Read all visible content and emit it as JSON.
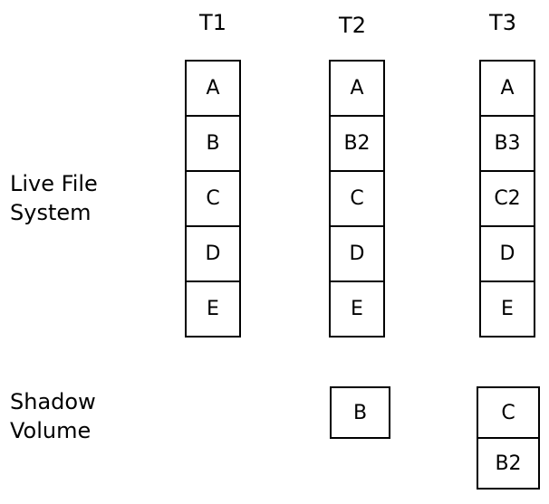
{
  "row_labels": {
    "live": "Live File\nSystem",
    "shadow": "Shadow\nVolume"
  },
  "columns": [
    {
      "title": "T1",
      "live": [
        "A",
        "B",
        "C",
        "D",
        "E"
      ],
      "shadow": []
    },
    {
      "title": "T2",
      "live": [
        "A",
        "B2",
        "C",
        "D",
        "E"
      ],
      "shadow": [
        "B"
      ]
    },
    {
      "title": "T3",
      "live": [
        "A",
        "B3",
        "C2",
        "D",
        "E"
      ],
      "shadow": [
        "C",
        "B2"
      ]
    }
  ]
}
